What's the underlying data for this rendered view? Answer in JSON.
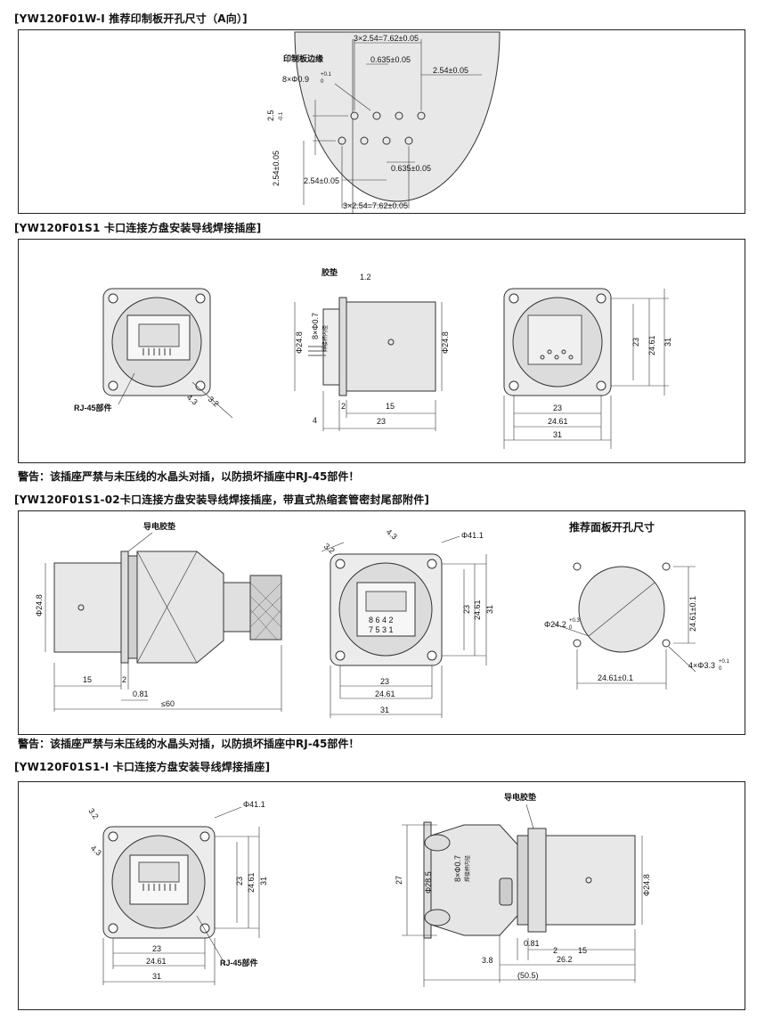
{
  "sections": [
    {
      "title": "[YW120F01W-I 推荐印制板开孔尺寸（A向）]"
    },
    {
      "title": "[YW120F01S1 卡口连接方盘安装导线焊接插座]"
    },
    {
      "title": "[YW120F01S1-02卡口连接方盘安装导线焊接插座，带直式热缩套管密封尾部附件]"
    },
    {
      "title": "[YW120F01S1-I 卡口连接方盘安装导线焊接插座]"
    }
  ],
  "warning": "警告：该插座严禁与未压线的水晶头对插，以防损坏插座中RJ-45部件！",
  "warning2": "警告：该插座严禁与未压线的水晶头对插，以防损坏插座中RJ-45部件！",
  "s1": {
    "dims": {
      "top_pitch": "3×2.54=7.62±0.05",
      "pcb_edge": "印制板边缘",
      "holes": "8×Φ0.9",
      "holes_tol": "+0.1",
      "holes_tol2": "0",
      "offset": "0.635±0.05",
      "right": "2.54±0.05",
      "v25": "2.5",
      "v25_tol": "-0.1",
      "v_254": "2.54±0.05",
      "offset2": "0.635±0.05",
      "bottom_254": "2.54±0.05",
      "bottom_pitch": "3×2.54=7.62±0.05"
    }
  },
  "s2": {
    "rj45": "RJ-45部件",
    "d43": "4.3",
    "d32": "3.2",
    "gasket": "胶垫",
    "d12": "1.2",
    "d248": "Φ24.8",
    "pins": "8×Φ0.7",
    "pin_note": "焊接杯内径",
    "d248b": "Φ24.8",
    "d2": "2",
    "d15": "15",
    "d4": "4",
    "d23": "23",
    "r23v": "23",
    "r2461v": "24.61",
    "r31v": "31",
    "r23h": "23",
    "r2461h": "24.61",
    "r31h": "31"
  },
  "s3": {
    "gasket": "导电胶垫",
    "d248": "Φ24.8",
    "d15": "15",
    "d2": "2",
    "d081": "0.81",
    "d60": "≤60",
    "d32": "3.2",
    "d43": "4.3",
    "d411": "Φ41.1",
    "pin_top": "8 6 4 2",
    "pin_bot": "7 5 3 1",
    "r23v": "23",
    "r2461v": "24.61",
    "r31v": "31",
    "r23h": "23",
    "r2461h": "24.61",
    "r31h": "31",
    "cut_title": "推荐面板开孔尺寸",
    "c242": "Φ24.2",
    "c242_tol": "+0.3",
    "c242_tol2": "0",
    "c2461v": "24.61±0.1",
    "c2461h": "24.61±0.1",
    "c4x": "4×Φ3.3",
    "c4x_tol": "+0.1",
    "c4x_tol2": "0"
  },
  "s4": {
    "d32": "3.2",
    "d43": "4.3",
    "d411": "Φ41.1",
    "r23v": "23",
    "r2461v": "24.61",
    "r31v": "31",
    "r23h": "23",
    "r2461h": "24.61",
    "r31h": "31",
    "rj45": "RJ-45部件",
    "gasket": "导电胶垫",
    "d27": "27",
    "d285": "Φ28.5",
    "pins": "8×Φ0.7",
    "pin_note": "焊接杯内径",
    "d248": "Φ24.8",
    "d081": "0.81",
    "d2": "2",
    "d15": "15",
    "d38": "3.8",
    "d262": "26.2",
    "d505": "(50.5)"
  }
}
